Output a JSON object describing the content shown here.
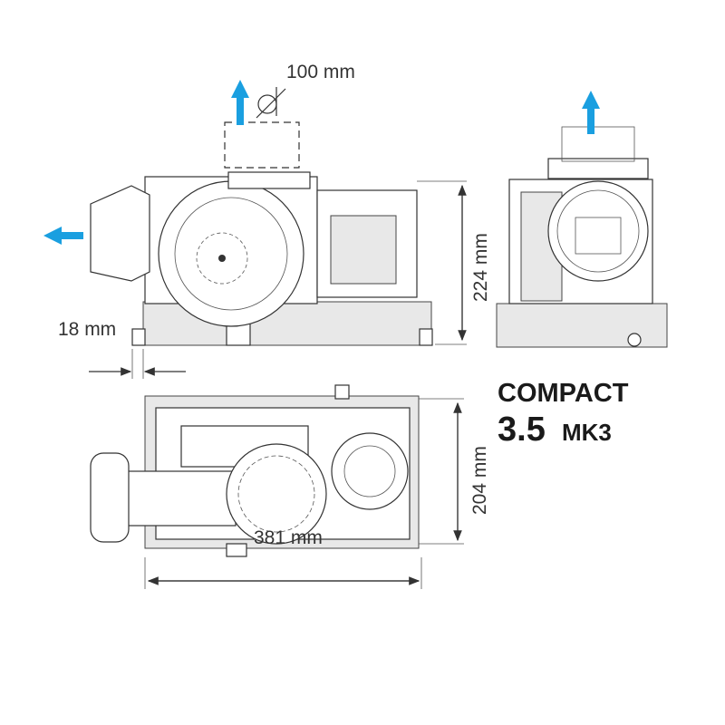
{
  "product": {
    "line1": "COMPACT",
    "model": "3.5",
    "suffix": "MK3"
  },
  "dimensions": {
    "duct_diameter": "100 mm",
    "flange_offset": "18 mm",
    "height": "224 mm",
    "depth": "204 mm",
    "length": "381 mm"
  },
  "colors": {
    "airflow_arrow": "#1a9fe0",
    "line": "#333333"
  },
  "icons": {
    "airflow": "arrow-icon",
    "diameter": "diameter-symbol-icon"
  }
}
